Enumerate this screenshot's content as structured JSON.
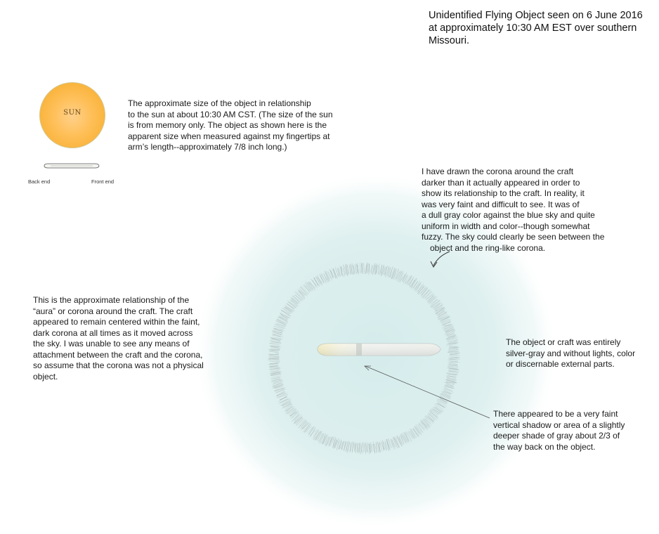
{
  "title_lines": [
    "Unidentified Flying Object seen on 6 June 2016",
    "at approximately 10:30 AM  EST over southern",
    "Missouri."
  ],
  "sun": {
    "label": "SUN",
    "back_end_label": "Back end",
    "front_end_label": "Front end"
  },
  "size_note_lines": [
    "The approximate size of the object in relationship",
    "to the sun at about 10:30 AM CST. (The size of the sun",
    "is from memory only. The object as shown here is the",
    "apparent size when measured against my fingertips at",
    "arm’s length--approximately 7/8 inch long.)"
  ],
  "corona_note_lines": [
    "I have drawn the corona around the craft",
    "darker than it actually appeared in order to",
    "show its relationship to the craft. In reality, it",
    "was very faint and difficult to see. It was of",
    "a dull gray color against the blue sky and quite",
    "uniform in width and color--though somewhat",
    "fuzzy. The sky could clearly be seen between the",
    "object and the ring-like corona."
  ],
  "aura_note_lines": [
    "This is the approximate relationship of the",
    "“aura” or corona around the craft. The craft",
    "appeared to remain centered within the faint,",
    "dark corona at all times as it moved across",
    "the sky. I was unable to see any means of",
    "attachment between the craft and the corona,",
    "so assume that the corona was not a physical",
    "object."
  ],
  "craft_note_lines": [
    "The object or craft was entirely",
    "silver-gray and without lights, color",
    "or discernable external parts."
  ],
  "shadow_note_lines": [
    "There appeared to be a very faint",
    "vertical shadow or area of a slightly",
    "deeper shade of gray about 2/3 of",
    "the way back on the object."
  ],
  "colors": {
    "sky": "#dcefee",
    "corona": "#9aa3a3",
    "craft": "#e9ece9",
    "sun": "#f9b33a"
  }
}
